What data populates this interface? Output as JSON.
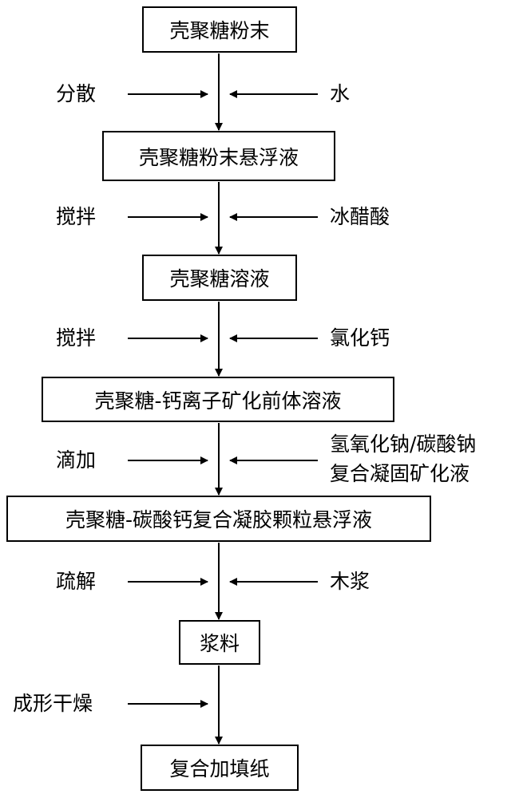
{
  "diagram": {
    "steps": [
      "壳聚糖粉末",
      "壳聚糖粉末悬浮液",
      "壳聚糖溶液",
      "壳聚糖-钙离子矿化前体溶液",
      "壳聚糖-碳酸钙复合凝胶颗粒悬浮液",
      "浆料",
      "复合加填纸"
    ],
    "left_inputs": [
      "分散",
      "搅拌",
      "搅拌",
      "滴加",
      "疏解",
      "成形干燥"
    ],
    "right_inputs": [
      "水",
      "冰醋酸",
      "氯化钙",
      "氢氧化钠/碳酸钠",
      "复合凝固矿化液",
      "木浆"
    ]
  }
}
